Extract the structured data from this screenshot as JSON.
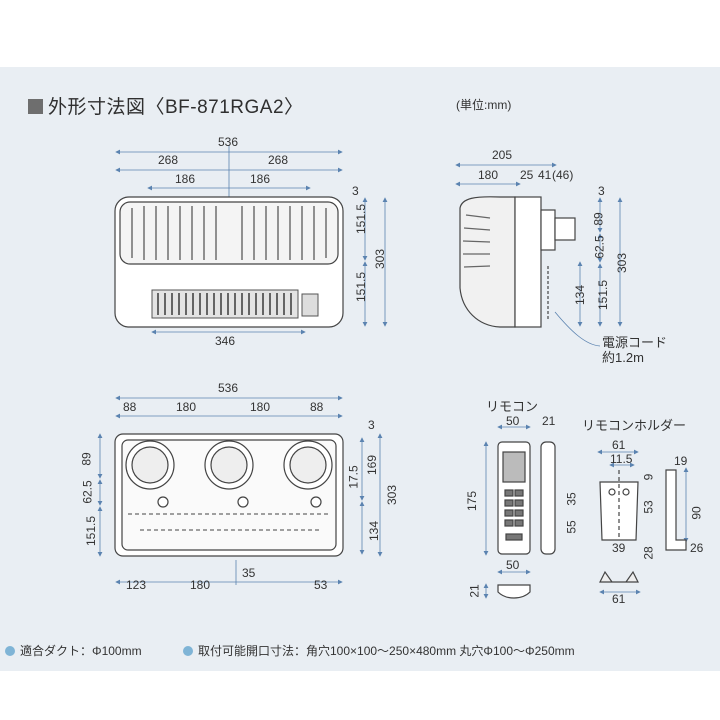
{
  "title": "外形寸法図〈BF-871RGA2〉",
  "unit": "(単位:mm)",
  "front_view": {
    "overall_width": "536",
    "half_left": "268",
    "half_right": "268",
    "inner_left": "186",
    "inner_right": "186",
    "bottom_width": "346",
    "top_gap": "3",
    "upper_height": "151.5",
    "lower_height": "151.5",
    "total_height": "303"
  },
  "side_view": {
    "depth": "205",
    "body_depth": "180",
    "d1": "25",
    "d2": "41",
    "d3": "(46)",
    "top_gap": "3",
    "h1": "89",
    "h2": "62.5",
    "h3": "134",
    "h4": "151.5",
    "total_height": "303",
    "cord_label": "電源コード",
    "cord_length": "約1.2m"
  },
  "rear_view": {
    "overall_width": "536",
    "seg1": "88",
    "seg2": "180",
    "seg3": "180",
    "seg4": "88",
    "left_89": "89",
    "left_625": "62.5",
    "left_1515": "151.5",
    "top_gap": "3",
    "r175": "17.5",
    "r169": "169",
    "r134": "134",
    "total_height": "303",
    "b123": "123",
    "b180": "180",
    "b35": "35",
    "b53": "53"
  },
  "remote": {
    "label": "リモコン",
    "width": "50",
    "depth": "21",
    "height": "175",
    "bottom_width": "50",
    "bottom_depth": "21"
  },
  "holder": {
    "label": "リモコンホルダー",
    "w61": "61",
    "w115": "11.5",
    "h35": "35",
    "h55": "55",
    "h9": "9",
    "h53": "53",
    "w39": "39",
    "h28": "28",
    "side19": "19",
    "side90": "90",
    "side26": "26",
    "bottom61": "61"
  },
  "footnotes": [
    "適合ダクト：Φ100mm",
    "取付可能開口寸法：角穴100×100～250×480mm 丸穴Φ100～Φ250mm"
  ],
  "colors": {
    "panel_bg": "#e9eef3",
    "dim_line": "#5b83b0",
    "outline": "#444444",
    "bullet": "#7fb4d6"
  }
}
